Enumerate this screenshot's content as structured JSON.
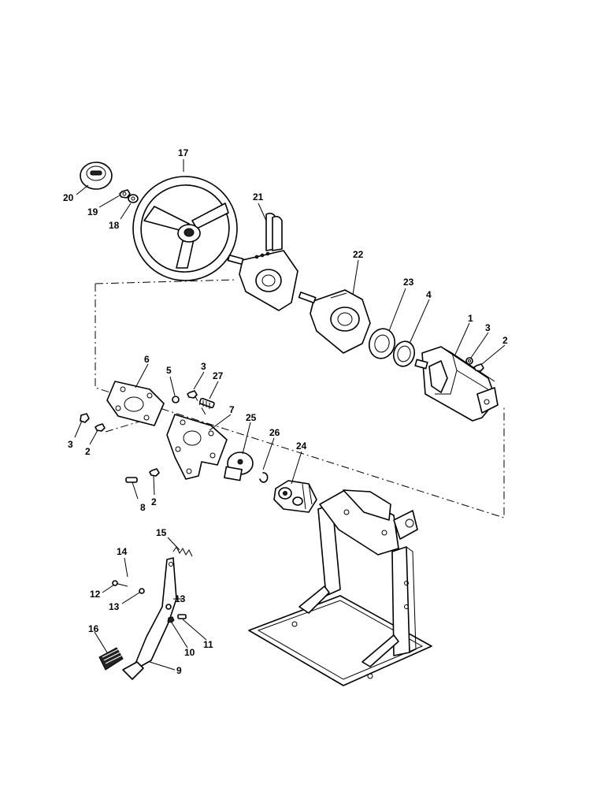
{
  "diagram": {
    "type": "exploded-parts-diagram",
    "callouts": [
      {
        "id": "c1",
        "text": "1"
      },
      {
        "id": "c2a",
        "text": "2"
      },
      {
        "id": "c2b",
        "text": "2"
      },
      {
        "id": "c2c",
        "text": "2"
      },
      {
        "id": "c3a",
        "text": "3"
      },
      {
        "id": "c3b",
        "text": "3"
      },
      {
        "id": "c3c",
        "text": "3"
      },
      {
        "id": "c4",
        "text": "4"
      },
      {
        "id": "c5",
        "text": "5"
      },
      {
        "id": "c6",
        "text": "6"
      },
      {
        "id": "c7",
        "text": "7"
      },
      {
        "id": "c8",
        "text": "8"
      },
      {
        "id": "c9",
        "text": "9"
      },
      {
        "id": "c10",
        "text": "10"
      },
      {
        "id": "c11",
        "text": "11"
      },
      {
        "id": "c12",
        "text": "12"
      },
      {
        "id": "c13a",
        "text": "13"
      },
      {
        "id": "c13b",
        "text": "13"
      },
      {
        "id": "c14",
        "text": "14"
      },
      {
        "id": "c15",
        "text": "15"
      },
      {
        "id": "c16",
        "text": "16"
      },
      {
        "id": "c17",
        "text": "17"
      },
      {
        "id": "c18",
        "text": "18"
      },
      {
        "id": "c19",
        "text": "19"
      },
      {
        "id": "c20",
        "text": "20"
      },
      {
        "id": "c21",
        "text": "21"
      },
      {
        "id": "c22",
        "text": "22"
      },
      {
        "id": "c23",
        "text": "23"
      },
      {
        "id": "c24",
        "text": "24"
      },
      {
        "id": "c25",
        "text": "25"
      },
      {
        "id": "c26",
        "text": "26"
      },
      {
        "id": "c27",
        "text": "27"
      }
    ]
  }
}
